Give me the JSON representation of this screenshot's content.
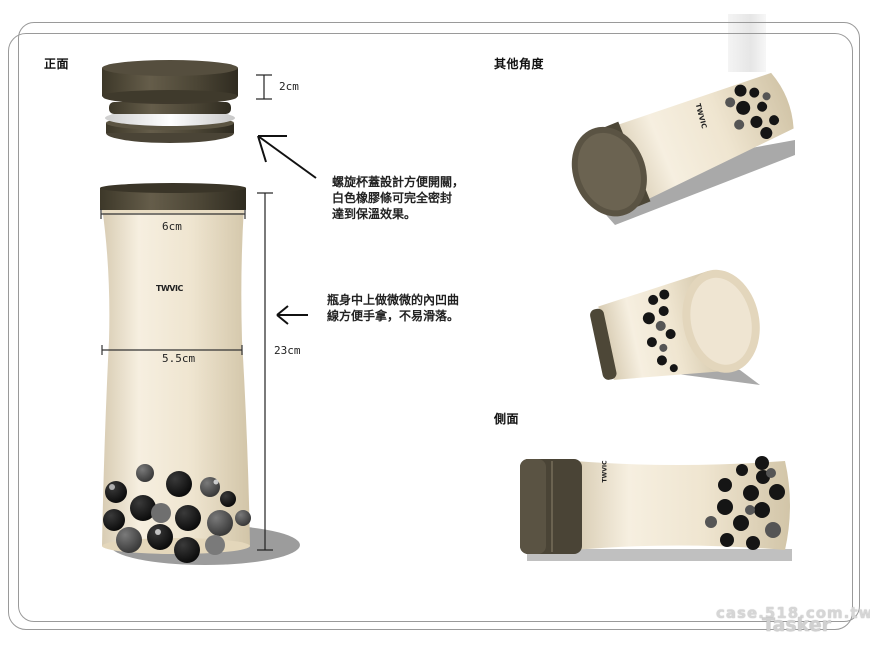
{
  "board": {
    "sections": {
      "front_label": "正面",
      "other_angles_label": "其他角度",
      "side_label": "側面"
    },
    "annotations": {
      "cap_note": [
        "螺旋杯蓋設計方便開關，",
        "白色橡膠條可完全密封",
        "達到保溫效果。"
      ],
      "body_note": [
        "瓶身中上做微微的內凹曲",
        "線方便手拿，不易滑落。"
      ]
    },
    "dimensions": {
      "cap_height": "2cm",
      "top_width": "6cm",
      "mid_width": "5.5cm",
      "total_height": "23cm"
    },
    "brand": {
      "logo_text": "TWVIC"
    },
    "colors": {
      "cap": "#4a4436",
      "body": "#efe4cf",
      "gasket": "#f1f1f1",
      "pearl_dark": "#151515",
      "pearl_grey": "#555555",
      "frame": "#9a9a9a",
      "shadow": "#9c9c9c"
    },
    "watermark": {
      "line1": "case.518.com.tw",
      "line2": "Tasker"
    }
  }
}
